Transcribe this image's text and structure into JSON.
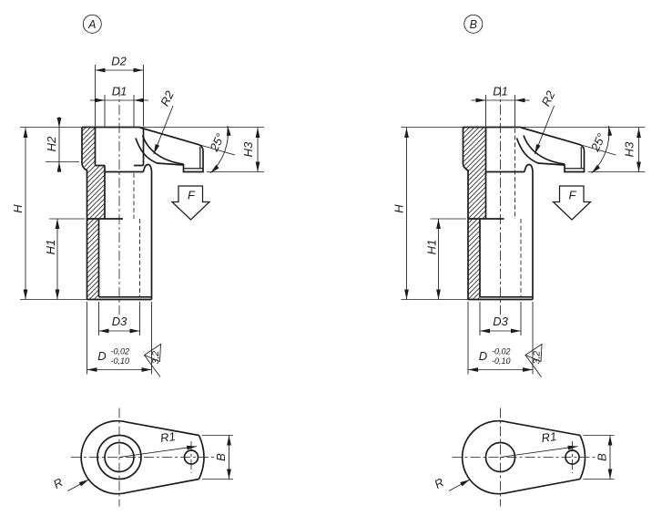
{
  "drawing": {
    "kind": "technical-dimension-drawing",
    "line_color": "#1c1c1c",
    "background_color": "#ffffff"
  },
  "variants": [
    {
      "label": "A",
      "front": {
        "d2": "D2",
        "d1": "D1",
        "r2": "R2",
        "angle": "25°",
        "h3": "H3",
        "h2": "H2",
        "h": "H",
        "h1": "H1",
        "d3": "D3",
        "d": "D",
        "d_tol_upper": "-0,02",
        "d_tol_lower": "-0,10",
        "surface_roughness": "3,2",
        "force": "F"
      },
      "bottom": {
        "r1": "R1",
        "r": "R",
        "b": "B"
      }
    },
    {
      "label": "B",
      "front": {
        "d1": "D1",
        "r2": "R2",
        "angle": "25°",
        "h3": "H3",
        "h": "H",
        "h1": "H1",
        "d3": "D3",
        "d": "D",
        "d_tol_upper": "-0,02",
        "d_tol_lower": "-0,10",
        "surface_roughness": "3,2",
        "force": "F"
      },
      "bottom": {
        "r1": "R1",
        "r": "R",
        "b": "B"
      }
    }
  ]
}
